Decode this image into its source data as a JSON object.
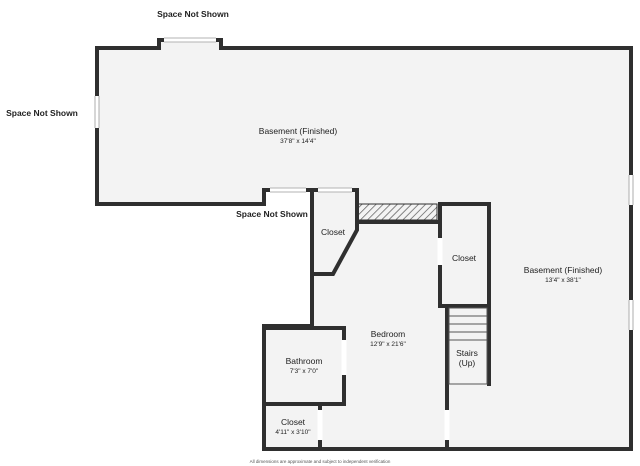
{
  "outside_labels": {
    "top": "Space Not Shown",
    "left": "Space Not Shown",
    "middle": "Space Not Shown"
  },
  "rooms": {
    "basement_top": {
      "name": "Basement (Finished)",
      "dims": "37'8\" x 14'4\""
    },
    "basement_right": {
      "name": "Basement (Finished)",
      "dims": "13'4\" x 38'1\""
    },
    "closet_upper": {
      "name": "Closet"
    },
    "closet_right": {
      "name": "Closet"
    },
    "bedroom": {
      "name": "Bedroom",
      "dims": "12'9\" x 21'6\""
    },
    "bathroom": {
      "name": "Bathroom",
      "dims": "7'3\" x 7'0\""
    },
    "closet_small": {
      "name": "Closet",
      "dims": "4'11\" x 3'10\""
    },
    "stairs": {
      "line1": "Stairs",
      "line2": "(Up)"
    }
  },
  "footnote": "All dimensions are approximate and subject to independent verification",
  "colors": {
    "wall": "#2f2f2f",
    "floor": "#f3f3f3",
    "background": "#ffffff"
  }
}
